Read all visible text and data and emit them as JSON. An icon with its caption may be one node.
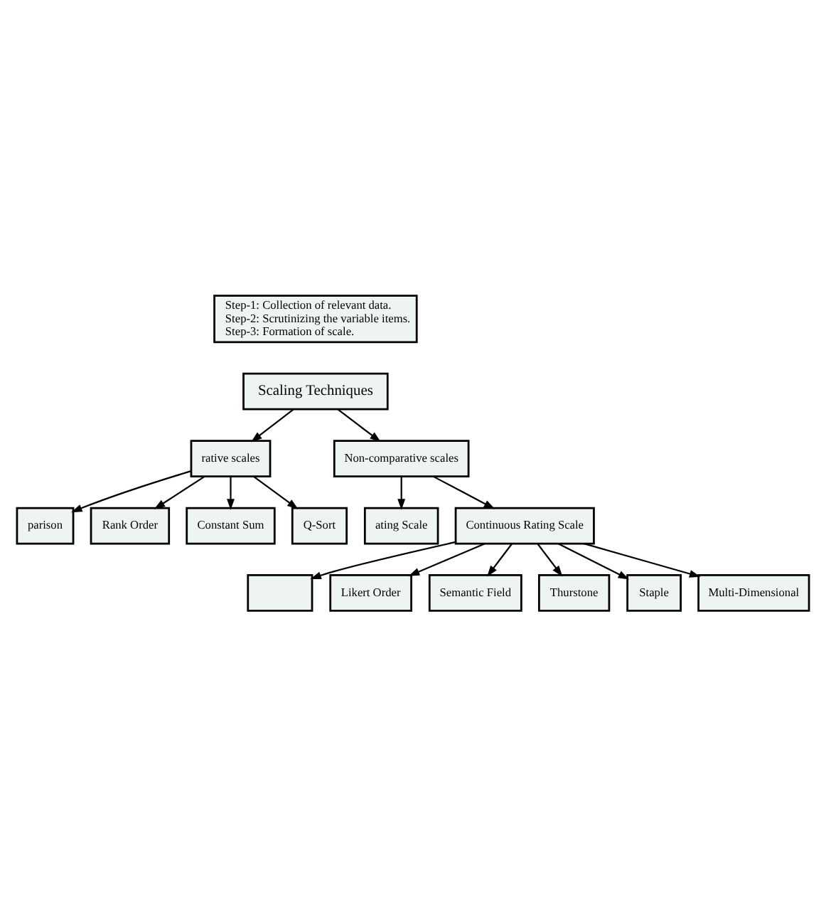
{
  "diagram": {
    "nodes": [
      {
        "text": [
          "Step-1: Collection of relevant data.",
          "Step-2: Scrutinizing the variable items.",
          "Step-3: Formation of scale."
        ]
      },
      {
        "text": [
          "Scaling Techniques"
        ]
      },
      {
        "text": [
          "rative scales"
        ]
      },
      {
        "text": [
          "Non-comparative scales"
        ]
      },
      {
        "text": [
          "parison"
        ]
      },
      {
        "text": [
          "Rank Order"
        ]
      },
      {
        "text": [
          "Constant Sum"
        ]
      },
      {
        "text": [
          "Q-Sort"
        ]
      },
      {
        "text": [
          "ating Scale"
        ]
      },
      {
        "text": [
          "Continuous Rating Scale"
        ]
      },
      {
        "text": [],
        "shape": "box"
      },
      {
        "text": [
          "Likert Order"
        ]
      },
      {
        "text": [
          "Semantic Field"
        ]
      },
      {
        "text": [
          "Thurstone"
        ]
      },
      {
        "text": [
          "Staple"
        ]
      },
      {
        "text": [
          "Multi-Dimensional"
        ]
      }
    ],
    "edges": [
      {
        "from": 1,
        "to": 2,
        "arrow": "to"
      },
      {
        "from": 1,
        "to": 3,
        "arrow": "to"
      },
      {
        "from": 2,
        "to": 4,
        "arrow": "to"
      },
      {
        "from": 2,
        "to": 5,
        "arrow": "to"
      },
      {
        "from": 2,
        "to": 6,
        "arrow": "to"
      },
      {
        "from": 2,
        "to": 7,
        "arrow": "to"
      },
      {
        "from": 3,
        "to": 8,
        "arrow": "to"
      },
      {
        "from": 3,
        "to": 9,
        "arrow": "to"
      },
      {
        "from": 9,
        "to": 10,
        "arrow": "to"
      },
      {
        "from": 9,
        "to": 11,
        "arrow": "to"
      },
      {
        "from": 9,
        "to": 12,
        "arrow": "to"
      },
      {
        "from": 9,
        "to": 13,
        "arrow": "to"
      },
      {
        "from": 9,
        "to": 14,
        "arrow": "to"
      },
      {
        "from": 9,
        "to": 15,
        "arrow": "to"
      }
    ]
  }
}
